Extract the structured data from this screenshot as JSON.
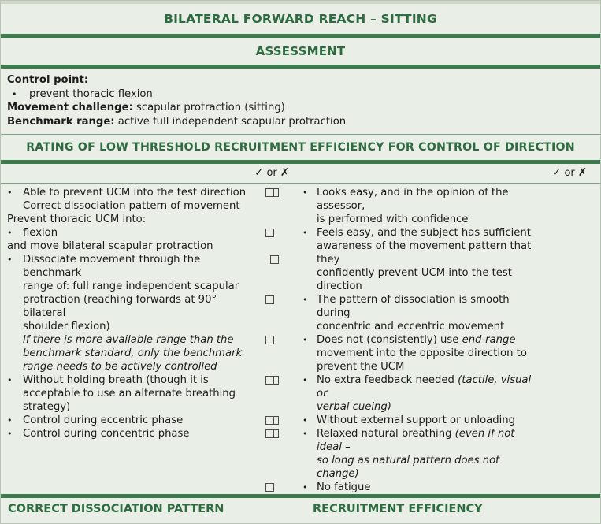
{
  "header": {
    "title": "BILATERAL FORWARD REACH – SITTING",
    "assessment_label": "ASSESSMENT",
    "rating_label": "RATING OF LOW THRESHOLD RECRUITMENT EFFICIENCY FOR CONTROL OF DIRECTION"
  },
  "assessment": {
    "control_point_label": "Control point:",
    "control_point_bullet": "prevent thoracic flexion",
    "movement_challenge_label": "Movement challenge:",
    "movement_challenge_value": "scapular protraction (sitting)",
    "benchmark_range_label": "Benchmark range:",
    "benchmark_range_value": "active full independent scapular protraction"
  },
  "tick_header": {
    "left": "✓ or ✗",
    "right": "✓ or ✗",
    "check_glyph": "✓",
    "or_word": "or",
    "cross_glyph": "✗"
  },
  "columns": {
    "left": {
      "footer_label": "CORRECT DISSOCIATION PATTERN",
      "rows": [
        {
          "type": "bullet",
          "checkbox": true,
          "lines": [
            "Able to prevent UCM into the test direction",
            "Correct dissociation pattern of movement"
          ]
        },
        {
          "type": "plain",
          "checkbox": false,
          "lines": [
            "Prevent thoracic UCM into:"
          ]
        },
        {
          "type": "bullet",
          "checkbox": false,
          "lines": [
            "flexion"
          ]
        },
        {
          "type": "plain",
          "checkbox": false,
          "lines": [
            "and move bilateral scapular protraction"
          ]
        },
        {
          "type": "bullet",
          "checkbox": true,
          "lines": [
            "Dissociate movement through the benchmark",
            "range of: full range independent scapular",
            "protraction (reaching forwards at 90° bilateral",
            "shoulder flexion)"
          ],
          "italic_lines": [
            "If there is more available range than the",
            "benchmark standard, only the benchmark",
            "range needs to be actively controlled"
          ]
        },
        {
          "type": "bullet",
          "checkbox": true,
          "lines": [
            "Without holding breath (though it is",
            "acceptable to use an alternate breathing",
            "strategy)"
          ]
        },
        {
          "type": "bullet",
          "checkbox": true,
          "lines": [
            "Control during eccentric phase"
          ]
        },
        {
          "type": "bullet",
          "checkbox": true,
          "lines": [
            "Control during concentric phase"
          ]
        }
      ]
    },
    "right": {
      "footer_label": "RECRUITMENT EFFICIENCY",
      "rows": [
        {
          "type": "bullet",
          "checkbox": true,
          "lines": [
            "Looks easy, and in the opinion of the assessor,",
            "is performed with confidence"
          ]
        },
        {
          "type": "bullet",
          "checkbox": true,
          "lines": [
            "Feels easy, and the subject has sufficient",
            "awareness of the movement pattern that they",
            "confidently prevent UCM into the test",
            "direction"
          ]
        },
        {
          "type": "bullet",
          "checkbox": true,
          "lines": [
            "The pattern of dissociation is smooth during",
            "concentric and eccentric movement"
          ]
        },
        {
          "type": "bullet",
          "checkbox": true,
          "html": "Does not (consistently) use <em>end-range</em><br>movement into the opposite direction to<br>prevent the UCM"
        },
        {
          "type": "bullet",
          "checkbox": true,
          "html": "No extra feedback needed <em>(tactile, visual or</em><br><em>verbal cueing)</em>"
        },
        {
          "type": "bullet",
          "checkbox": true,
          "lines": [
            "Without external support or unloading"
          ]
        },
        {
          "type": "bullet",
          "checkbox": true,
          "html": "Relaxed natural breathing <em>(even if not ideal –</em><br><em>so long as natural pattern does not change)</em>"
        },
        {
          "type": "bullet",
          "checkbox": true,
          "lines": [
            "No fatigue"
          ]
        }
      ]
    }
  },
  "colors": {
    "green": "#3d7a4e",
    "green_text": "#2e6b40",
    "background": "#e9eee7"
  },
  "bullet_glyph": "•"
}
